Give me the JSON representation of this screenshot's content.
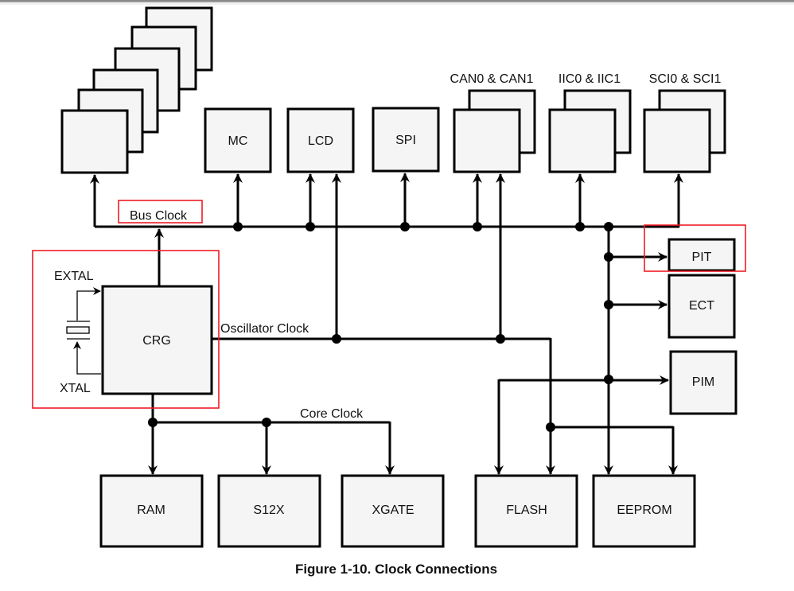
{
  "figure": {
    "caption": "Figure 1-10. Clock Connections",
    "highlight_color": "#ee1c25",
    "block_fill": "#f5f5f5",
    "line_color": "#000000"
  },
  "clocks": {
    "bus": "Bus Clock",
    "oscillator": "Oscillator Clock",
    "core": "Core Clock"
  },
  "crg": {
    "label": "CRG",
    "extal": "EXTAL",
    "xtal": "XTAL"
  },
  "top_blocks": {
    "stack_unlabeled": "",
    "mc": "MC",
    "lcd": "LCD",
    "spi": "SPI",
    "can": "CAN0 & CAN1",
    "iic": "IIC0 & IIC1",
    "sci": "SCI0 & SCI1"
  },
  "right_blocks": {
    "pit": "PIT",
    "ect": "ECT",
    "pim": "PIM"
  },
  "bottom_blocks": {
    "ram": "RAM",
    "s12x": "S12X",
    "xgate": "XGATE",
    "flash": "FLASH",
    "eeprom": "EEPROM"
  },
  "highlighted": [
    "Bus Clock",
    "CRG",
    "PIT"
  ]
}
